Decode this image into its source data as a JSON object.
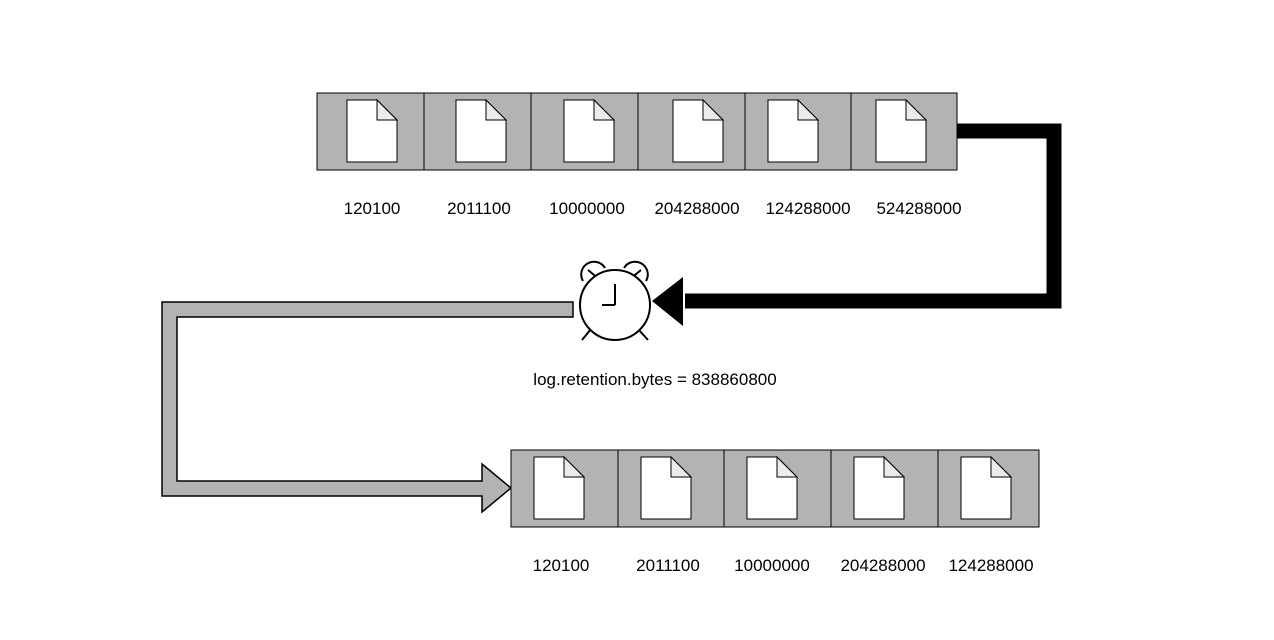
{
  "before": {
    "segments": [
      {
        "size": "120100"
      },
      {
        "size": "2011100"
      },
      {
        "size": "10000000"
      },
      {
        "size": "204288000"
      },
      {
        "size": "124288000"
      },
      {
        "size": "524288000"
      }
    ]
  },
  "check": {
    "icon": "alarm-clock-icon",
    "label": "log.retention.bytes = 838860800"
  },
  "after": {
    "segments": [
      {
        "size": "120100"
      },
      {
        "size": "2011100"
      },
      {
        "size": "10000000"
      },
      {
        "size": "204288000"
      },
      {
        "size": "124288000"
      }
    ]
  },
  "colors": {
    "segment_fill": "#b3b3b3",
    "file_fill": "#ffffff",
    "arrow_to_check": "#000000",
    "arrow_to_result": "#b3b3b3"
  }
}
